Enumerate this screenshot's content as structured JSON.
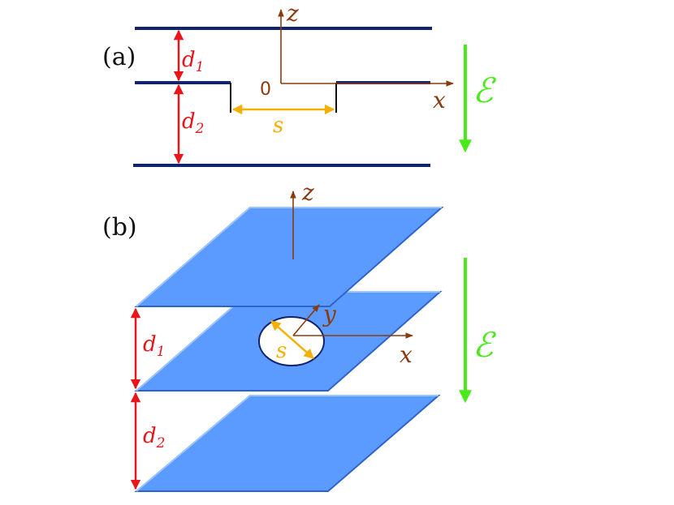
{
  "panel_a": {
    "label": "(a)",
    "d1": "d",
    "d1_sub": "1",
    "d2": "d",
    "d2_sub": "2",
    "origin": "0",
    "z_axis": "z",
    "x_axis": "x",
    "slit_width": "s",
    "field": "ℰ"
  },
  "panel_b": {
    "label": "(b)",
    "d1": "d",
    "d1_sub": "1",
    "d2": "d",
    "d2_sub": "2",
    "z_axis": "z",
    "x_axis": "x",
    "y_axis": "y",
    "hole_diameter": "s",
    "field": "ℰ"
  },
  "colors": {
    "plate_line": "#12246b",
    "plate_fill": "#5b9bff",
    "plate_edge": "#2e64c9",
    "dimension": "#e8161b",
    "axis": "#8b3a0e",
    "slit": "#f4b000",
    "field": "#49ea1a"
  }
}
